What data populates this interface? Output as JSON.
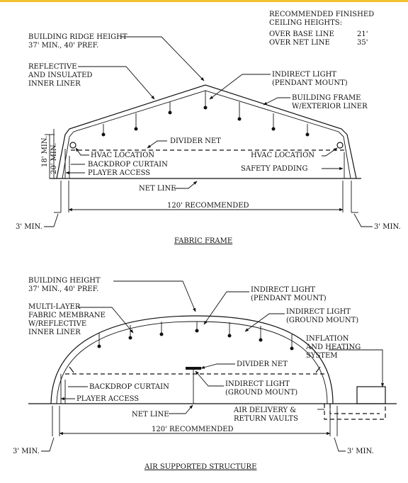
{
  "fabric_frame": {
    "title": "FABRIC FRAME",
    "ceiling_heading_1": "RECOMMENDED FINISHED",
    "ceiling_heading_2": "CEILING HEIGHTS:",
    "over_base_line": "OVER BASE LINE",
    "over_base_value": "21'",
    "over_net_line": "OVER NET LINE",
    "over_net_value": "35'",
    "ridge_1": "BUILDING RIDGE HEIGHT",
    "ridge_2": "37' MIN., 40' PREF.",
    "liner_1": "REFLECTIVE",
    "liner_2": "AND INSULATED",
    "liner_3": "INNER LINER",
    "light_1": "INDIRECT LIGHT",
    "light_2": "(PENDANT MOUNT)",
    "frame_1": "BUILDING FRAME",
    "frame_2": "W/EXTERIOR LINER",
    "divider_net": "DIVIDER NET",
    "hvac_left": "HVAC LOCATION",
    "hvac_right": "HVAC LOCATION",
    "backdrop": "BACKDROP CURTAIN",
    "player_access": "PLAYER ACCESS",
    "safety_padding": "SAFETY PADDING",
    "height_18": "18' MIN.",
    "height_20": "20' MIN.",
    "net_line": "NET LINE",
    "width": "120' RECOMMENDED",
    "min_left": "3' MIN.",
    "min_right": "3' MIN."
  },
  "air_supported": {
    "title": "AIR SUPPORTED STRUCTURE",
    "height_1": "BUILDING HEIGHT",
    "height_2": "37' MIN., 40' PREF.",
    "membrane_1": "MULTI-LAYER",
    "membrane_2": "FABRIC MEMBRANE",
    "membrane_3": "W/REFLECTIVE",
    "membrane_4": "INNER LINER",
    "pendant_1": "INDIRECT LIGHT",
    "pendant_2": "(PENDANT MOUNT)",
    "ground1_1": "INDIRECT LIGHT",
    "ground1_2": "(GROUND MOUNT)",
    "inflation_1": "INFLATION",
    "inflation_2": "AND HEATING",
    "inflation_3": "SYSTEM",
    "divider_net": "DIVIDER NET",
    "ground2_1": "INDIRECT LIGHT",
    "ground2_2": "(GROUND MOUNT)",
    "backdrop": "BACKDROP CURTAIN",
    "player_access": "PLAYER ACCESS",
    "net_line": "NET LINE",
    "vaults_1": "AIR DELIVERY &",
    "vaults_2": "RETURN VAULTS",
    "width": "120' RECOMMENDED",
    "min_left": "3' MIN.",
    "min_right": "3' MIN."
  }
}
